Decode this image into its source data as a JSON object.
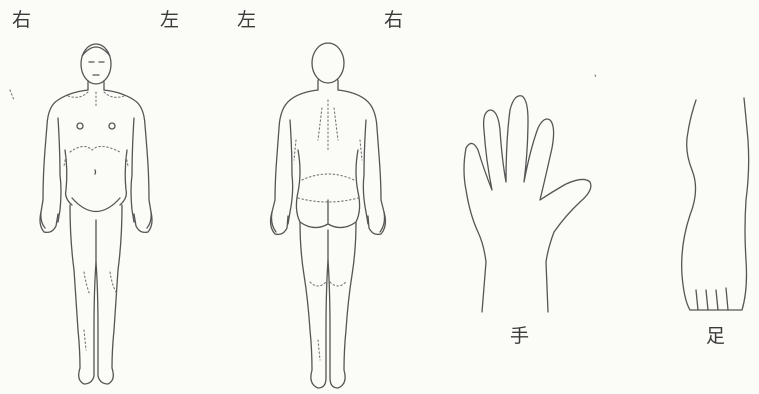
{
  "labels": {
    "front_right": "右",
    "front_left": "左",
    "back_left": "左",
    "back_right": "右",
    "hand": "手",
    "foot": "足"
  }
}
